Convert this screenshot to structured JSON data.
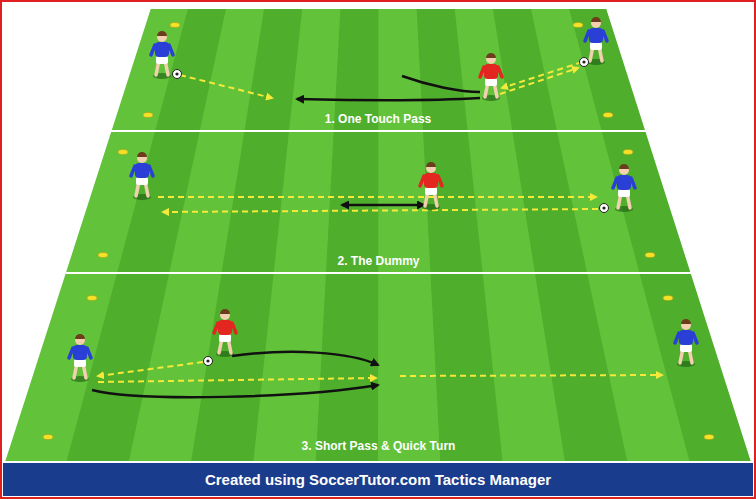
{
  "diagram": {
    "caption": "Created using SoccerTutor.com Tactics Manager",
    "nodes": [
      {
        "text": [
          "1. One Touch Pass"
        ]
      },
      {
        "text": [
          "2. The Dummy"
        ]
      },
      {
        "text": [
          "3. Short Pass & Quick Turn"
        ]
      }
    ]
  }
}
